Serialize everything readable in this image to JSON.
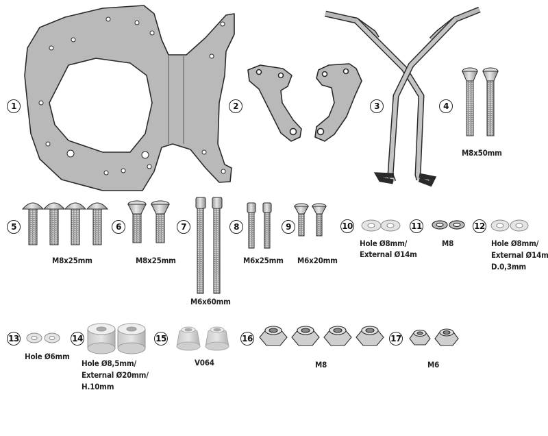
{
  "parts": [
    {
      "number": "1"
    },
    {
      "number": "2"
    },
    {
      "number": "3"
    },
    {
      "number": "4",
      "label": "M8x50mm"
    },
    {
      "number": "5",
      "label": "M8x25mm"
    },
    {
      "number": "6",
      "label": "M8x25mm"
    },
    {
      "number": "7",
      "label": "M6x60mm"
    },
    {
      "number": "8",
      "label": "M6x25mm"
    },
    {
      "number": "9",
      "label": "M6x20mm"
    },
    {
      "number": "10",
      "label_lines": [
        "Hole Ø8mm/",
        "External Ø14m"
      ]
    },
    {
      "number": "11",
      "label": "M8"
    },
    {
      "number": "12",
      "label_lines": [
        "Hole Ø8mm/",
        "External Ø14m/",
        "D.0,3mm"
      ]
    },
    {
      "number": "13",
      "label": "Hole Ø6mm"
    },
    {
      "number": "14",
      "label_lines": [
        "Hole Ø8,5mm/",
        "External Ø20mm/",
        "H.10mm"
      ]
    },
    {
      "number": "15",
      "label": "V064"
    },
    {
      "number": "16",
      "label": "M8"
    },
    {
      "number": "17",
      "label": "M6"
    }
  ],
  "colors": {
    "metal": "#b9b9b9",
    "metal_light": "#d6d6d6",
    "outline": "#2a2a2a",
    "washer": "#e4e4e4"
  }
}
